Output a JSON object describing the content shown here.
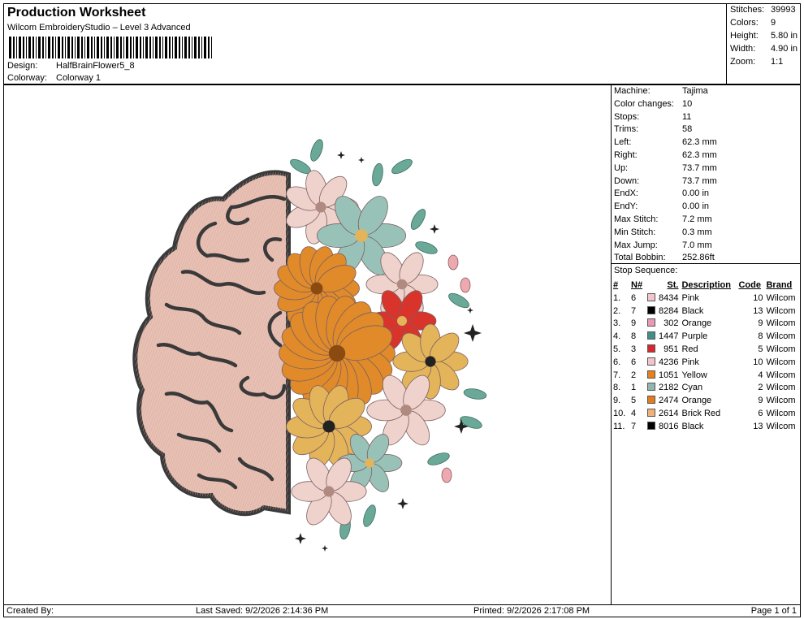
{
  "header": {
    "title": "Production Worksheet",
    "subtitle": "Wilcom EmbroideryStudio – Level 3 Advanced",
    "design_label": "Design:",
    "design_value": "HalfBrainFlower5_8",
    "colorway_label": "Colorway:",
    "colorway_value": "Colorway 1"
  },
  "summary": [
    {
      "label": "Stitches:",
      "value": "39993"
    },
    {
      "label": "Colors:",
      "value": "9"
    },
    {
      "label": "Height:",
      "value": "5.80 in"
    },
    {
      "label": "Width:",
      "value": "4.90 in"
    },
    {
      "label": "Zoom:",
      "value": "1:1"
    }
  ],
  "machine": [
    {
      "label": "Machine:",
      "value": "Tajima"
    },
    {
      "label": "Color changes:",
      "value": "10"
    },
    {
      "label": "Stops:",
      "value": "11"
    },
    {
      "label": "Trims:",
      "value": "58"
    },
    {
      "label": "Left:",
      "value": "62.3 mm"
    },
    {
      "label": "Right:",
      "value": "62.3 mm"
    },
    {
      "label": "Up:",
      "value": "73.7 mm"
    },
    {
      "label": "Down:",
      "value": "73.7 mm"
    },
    {
      "label": "EndX:",
      "value": "0.00 in"
    },
    {
      "label": "EndY:",
      "value": "0.00 in"
    },
    {
      "label": "Max Stitch:",
      "value": "7.2 mm"
    },
    {
      "label": "Min Stitch:",
      "value": "0.3 mm"
    },
    {
      "label": "Max Jump:",
      "value": "7.0 mm"
    },
    {
      "label": "Total Bobbin:",
      "value": "252.86ft"
    }
  ],
  "stop_sequence": {
    "title": "Stop Sequence:",
    "columns": [
      "#",
      "N#",
      "St.",
      "Description",
      "Code",
      "Brand"
    ],
    "rows": [
      {
        "num": "1.",
        "n": "6",
        "color": "#f2c4cc",
        "st": "8434",
        "desc": "Pink",
        "code": "10",
        "brand": "Wilcom"
      },
      {
        "num": "2.",
        "n": "7",
        "color": "#000000",
        "st": "8284",
        "desc": "Black",
        "code": "13",
        "brand": "Wilcom"
      },
      {
        "num": "3.",
        "n": "9",
        "color": "#e899b4",
        "st": "302",
        "desc": "Orange",
        "code": "9",
        "brand": "Wilcom"
      },
      {
        "num": "4.",
        "n": "8",
        "color": "#3f8f88",
        "st": "1447",
        "desc": "Purple",
        "code": "8",
        "brand": "Wilcom"
      },
      {
        "num": "5.",
        "n": "3",
        "color": "#d8262b",
        "st": "951",
        "desc": "Red",
        "code": "5",
        "brand": "Wilcom"
      },
      {
        "num": "6.",
        "n": "6",
        "color": "#f2c4cc",
        "st": "4236",
        "desc": "Pink",
        "code": "10",
        "brand": "Wilcom"
      },
      {
        "num": "7.",
        "n": "2",
        "color": "#e8801a",
        "st": "1051",
        "desc": "Yellow",
        "code": "4",
        "brand": "Wilcom"
      },
      {
        "num": "8.",
        "n": "1",
        "color": "#93b5ad",
        "st": "2182",
        "desc": "Cyan",
        "code": "2",
        "brand": "Wilcom"
      },
      {
        "num": "9.",
        "n": "5",
        "color": "#e37c1f",
        "st": "2474",
        "desc": "Orange",
        "code": "9",
        "brand": "Wilcom"
      },
      {
        "num": "10.",
        "n": "4",
        "color": "#f0b07a",
        "st": "2614",
        "desc": "Brick Red",
        "code": "6",
        "brand": "Wilcom"
      },
      {
        "num": "11.",
        "n": "7",
        "color": "#000000",
        "st": "8016",
        "desc": "Black",
        "code": "13",
        "brand": "Wilcom"
      }
    ]
  },
  "footer": {
    "created_by": "Created By:",
    "last_saved": "Last Saved: 9/2/2026 2:14:36 PM",
    "printed": "Printed: 9/2/2026 2:17:08 PM",
    "page": "Page 1 of 1"
  },
  "design_preview": {
    "icon": "half-brain-flower-embroidery",
    "colors": {
      "brain_fill": "#e8c0b4",
      "brain_outline": "#3a3a3a",
      "pink": "#f0d2cc",
      "cyan": "#98c2b8",
      "orange": "#e08a2a",
      "yellow": "#e4b45a",
      "red": "#d8342c",
      "leaf": "#6aa898"
    }
  }
}
